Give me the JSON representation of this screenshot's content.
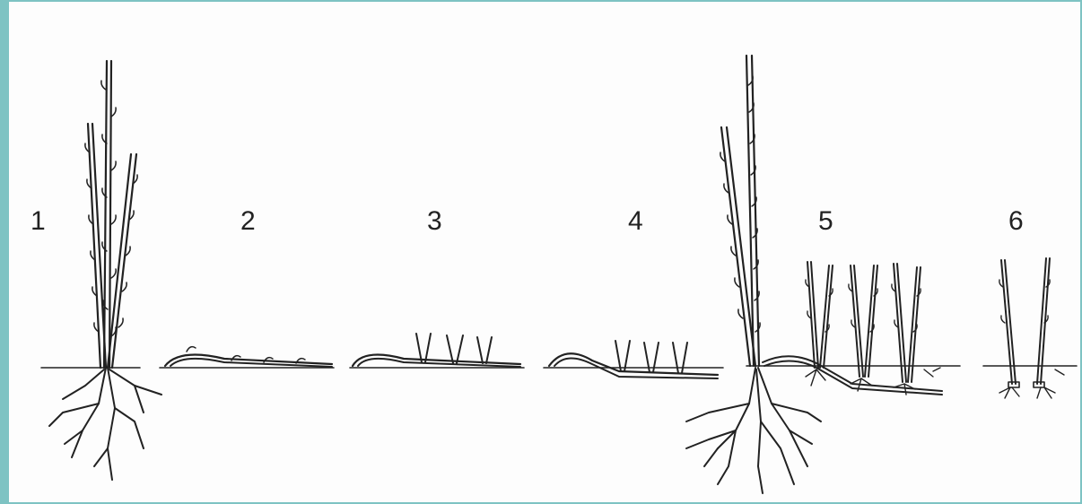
{
  "diagram": {
    "stages": [
      {
        "label": "1"
      },
      {
        "label": "2"
      },
      {
        "label": "3"
      },
      {
        "label": "4"
      },
      {
        "label": "5"
      },
      {
        "label": "6"
      }
    ],
    "colors": {
      "frame": "#7ec3c3",
      "ink": "#222222",
      "background": "#fdfdfd"
    }
  }
}
